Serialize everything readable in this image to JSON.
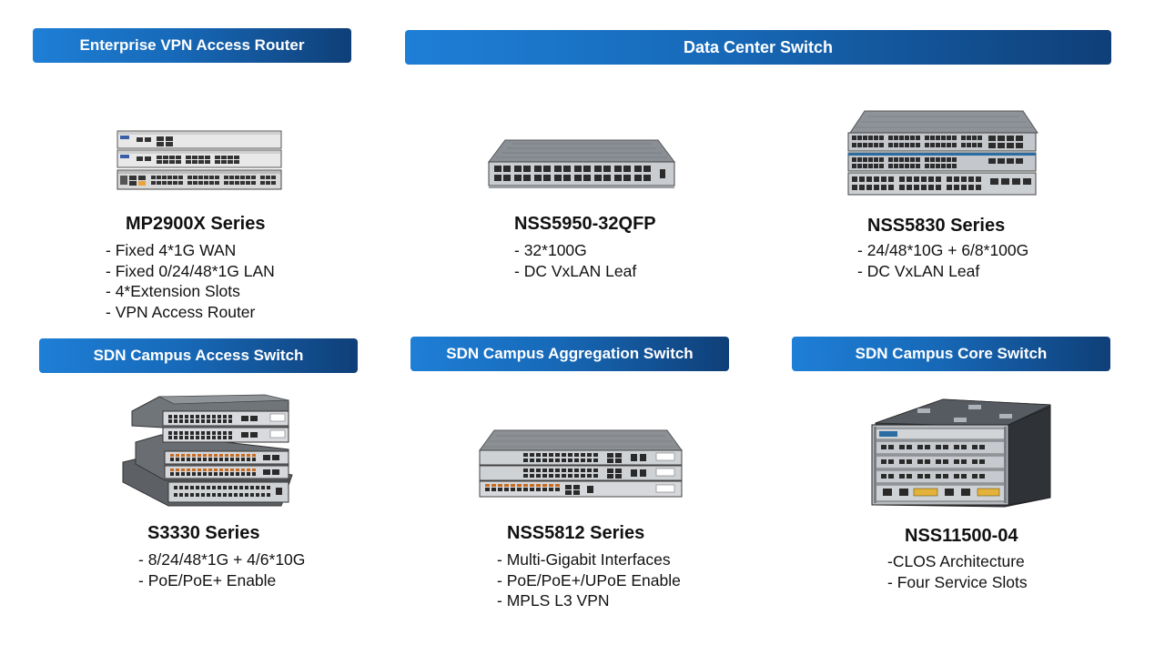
{
  "sections": {
    "enterprise_vpn": {
      "label": "Enterprise VPN Access Router"
    },
    "data_center": {
      "label": "Data Center Switch"
    },
    "campus_access": {
      "label": "SDN Campus Access Switch"
    },
    "campus_aggregation": {
      "label": "SDN Campus Aggregation Switch"
    },
    "campus_core": {
      "label": "SDN Campus Core Switch"
    }
  },
  "products": {
    "mp2900x": {
      "name": "MP2900X Series",
      "specs": [
        "- Fixed 4*1G WAN",
        "- Fixed 0/24/48*1G LAN",
        "- 4*Extension Slots",
        "- VPN Access Router"
      ]
    },
    "nss5950": {
      "name": "NSS5950-32QFP",
      "specs": [
        "- 32*100G",
        "- DC VxLAN Leaf"
      ]
    },
    "nss5830": {
      "name": "NSS5830 Series",
      "specs": [
        "- 24/48*10G + 6/8*100G",
        "- DC VxLAN Leaf"
      ]
    },
    "s3330": {
      "name": "S3330 Series",
      "specs": [
        "- 8/24/48*1G + 4/6*10G",
        "- PoE/PoE+ Enable"
      ]
    },
    "nss5812": {
      "name": "NSS5812 Series",
      "specs": [
        "- Multi-Gigabit Interfaces",
        "- PoE/PoE+/UPoE Enable",
        "- MPLS L3 VPN"
      ]
    },
    "nss11500": {
      "name": "NSS11500-04",
      "specs": [
        "-CLOS Architecture",
        "- Four Service Slots"
      ]
    }
  },
  "colors": {
    "banner_start": "#1e7fd6",
    "banner_end": "#0f3f78",
    "text": "#111111"
  },
  "icons": {
    "mp2900x": "router-stack-image",
    "nss5950": "switch-image",
    "nss5830": "switch-stack-image",
    "s3330": "switch-stack-image",
    "nss5812": "switch-stack-image",
    "nss11500": "chassis-switch-image"
  }
}
